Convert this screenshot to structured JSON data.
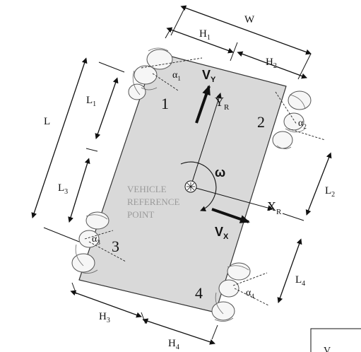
{
  "labels": {
    "W": "W",
    "H1": "H",
    "H1_sub": "1",
    "H2": "H",
    "H2_sub": "2",
    "H3": "H",
    "H3_sub": "3",
    "H4": "H",
    "H4_sub": "4",
    "L": "L",
    "L1": "L",
    "L1_sub": "1",
    "L2": "L",
    "L2_sub": "2",
    "L3": "L",
    "L3_sub": "3",
    "L4": "L",
    "L4_sub": "4",
    "a1": "α",
    "a1_sub": "1",
    "a2": "α",
    "a2_sub": "2",
    "a3": "α",
    "a3_sub": "3",
    "a4": "α",
    "a4_sub": "4",
    "VY": "V",
    "VY_sub": "Y",
    "YR": "Y",
    "YR_sub": "R",
    "XR": "X",
    "XR_sub": "R",
    "VX": "V",
    "VX_sub": "X",
    "omega": "ω",
    "wheel1": "1",
    "wheel2": "2",
    "wheel3": "3",
    "wheel4": "4",
    "ref_line1": "VEHICLE",
    "ref_line2": "REFERENCE",
    "ref_line3": "POINT"
  },
  "corner_box_text": "V"
}
